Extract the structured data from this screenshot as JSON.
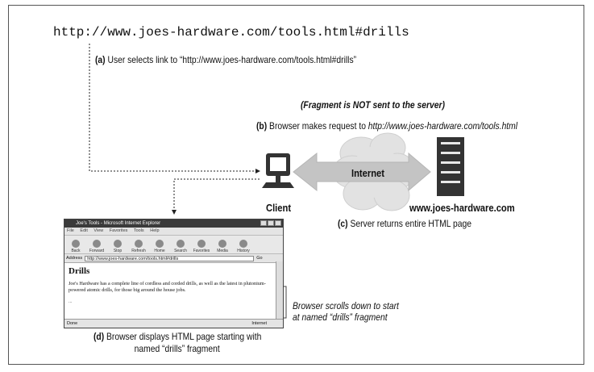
{
  "url_text": "http://www.joes-hardware.com/tools.html#drills",
  "steps": {
    "a": {
      "label": "(a)",
      "text": "User selects link to “http://www.joes-hardware.com/tools.html#drills”"
    },
    "fragment_note": "(Fragment is NOT sent to the server)",
    "b": {
      "label": "(b)",
      "text": "Browser makes request to ",
      "url": "http://www.joes-hardware.com/tools.html"
    },
    "c": {
      "label": "(c)",
      "text": "Server returns entire HTML page"
    },
    "d": {
      "label": "(d)",
      "line1": "Browser displays HTML page starting with",
      "line2": "named “drills” fragment"
    }
  },
  "scroll_note": {
    "line1": "Browser scrolls down to start",
    "line2": "at named “drills” fragment"
  },
  "nodes": {
    "client": "Client",
    "internet": "Internet",
    "server": "www.joes-hardware.com"
  },
  "browser": {
    "title": "Joe's Tools - Microsoft Internet Explorer",
    "menu": [
      "File",
      "Edit",
      "View",
      "Favorites",
      "Tools",
      "Help"
    ],
    "toolbar": [
      "Back",
      "Forward",
      "Stop",
      "Refresh",
      "Home",
      "Search",
      "Favorites",
      "Media",
      "History"
    ],
    "address_label": "Address",
    "address_value": "http://www.joes-hardware.com/tools.html#drills",
    "go_label": "Go",
    "heading": "Drills",
    "paragraph": "Joe's Hardware has a complete line of cordless and corded drills, as well as the latest in plutonium-powered atomic drills, for those big around the house jobs.",
    "ellipsis": "...",
    "status_left": "Done",
    "status_right": "Internet"
  },
  "colors": {
    "arrow_fill": "#c4c4c4",
    "cloud_fill": "#e2e2e2",
    "device": "#333333"
  }
}
